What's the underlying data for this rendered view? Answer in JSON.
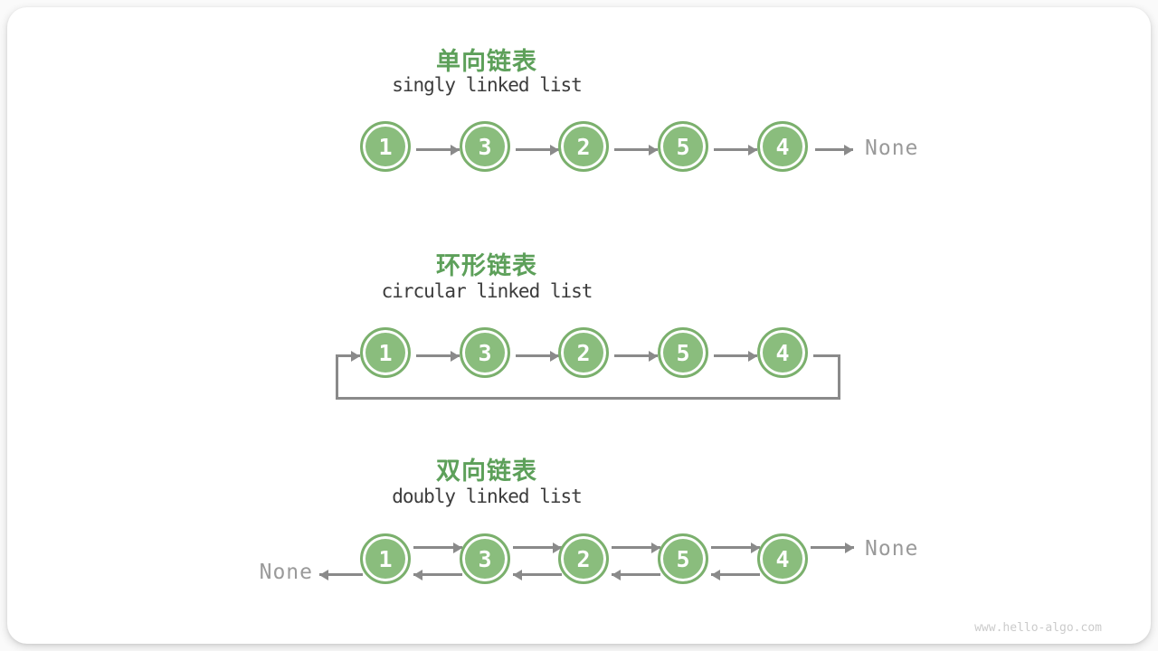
{
  "card": {
    "watermark": "www.hello-algo.com"
  },
  "colors": {
    "node_fill": "#8abd7d",
    "node_border": "#7bb06d",
    "title_green": "#5da05a",
    "arrow_gray": "#8a8a8a",
    "none_text_gray": "#9a9a9a",
    "subtitle_dark": "#3c3c3c",
    "watermark_gray": "#cbcbcb"
  },
  "sections": {
    "singly": {
      "title": "单向链表",
      "subtitle": "singly linked list",
      "nodes": [
        "1",
        "3",
        "2",
        "5",
        "4"
      ],
      "tail_label": "None"
    },
    "circular": {
      "title": "环形链表",
      "subtitle": "circular linked list",
      "nodes": [
        "1",
        "3",
        "2",
        "5",
        "4"
      ]
    },
    "doubly": {
      "title": "双向链表",
      "subtitle": "doubly linked list",
      "nodes": [
        "1",
        "3",
        "2",
        "5",
        "4"
      ],
      "head_label": "None",
      "tail_label": "None"
    }
  }
}
